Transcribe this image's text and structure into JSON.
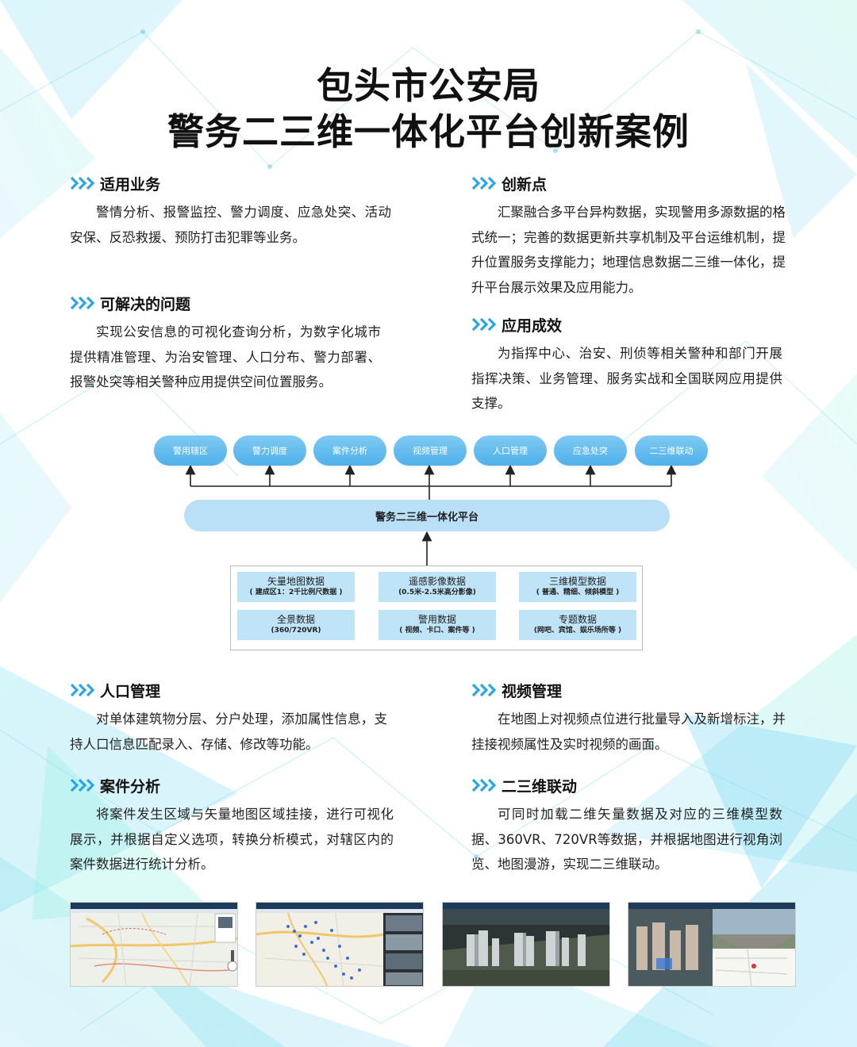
{
  "title": {
    "line1": "包头市公安局",
    "line2": "警务二三维一体化平台创新案例"
  },
  "sections": {
    "applicable": {
      "heading": "适用业务",
      "body": "警情分析、报警监控、警力调度、应急处突、活动安保、反恐救援、预防打击犯罪等业务。"
    },
    "innovation": {
      "heading": "创新点",
      "body": "汇聚融合多平台异构数据，实现警用多源数据的格式统一；完善的数据更新共享机制及平台运维机制，提升位置服务支撑能力；地理信息数据二三维一体化，提升平台展示效果及应用能力。"
    },
    "problems": {
      "heading": "可解决的问题",
      "body": "实现公安信息的可视化查询分析，为数字化城市提供精准管理、为治安管理、人口分布、警力部署、报警处突等相关警种应用提供空间位置服务。"
    },
    "results": {
      "heading": "应用成效",
      "body": "为指挥中心、治安、刑侦等相关警种和部门开展指挥决策、业务管理、服务实战和全国联网应用提供支撑。"
    },
    "population": {
      "heading": "人口管理",
      "body": "对单体建筑物分层、分户处理，添加属性信息，支持人口信息匹配录入、存储、修改等功能。"
    },
    "video": {
      "heading": "视频管理",
      "body": "在地图上对视频点位进行批量导入及新增标注，并挂接视频属性及实时视频的画面。"
    },
    "cases": {
      "heading": "案件分析",
      "body": "将案件发生区域与矢量地图区域挂接，进行可视化展示，并根据自定义选项，转换分析模式，对辖区内的案件数据进行统计分析。"
    },
    "linkage": {
      "heading": "二三维联动",
      "body": "可同时加载二维矢量数据及对应的三维模型数据、360VR、720VR等数据，并根据地图进行视角浏览、地图漫游，实现二三维联动。"
    }
  },
  "diagram": {
    "modules": [
      "警用辖区",
      "警力调度",
      "案件分析",
      "视频管理",
      "人口管理",
      "应急处突",
      "二三维联动"
    ],
    "platform": "警务二三维一体化平台",
    "data_sources": [
      {
        "name": "矢量地图数据",
        "detail": "( 建成区1：2千比例尺数据 )"
      },
      {
        "name": "遥感影像数据",
        "detail": "(0.5米-2.5米高分影像)"
      },
      {
        "name": "三维模型数据",
        "detail": "( 普通、精细、倾斜模型 )"
      },
      {
        "name": "全景数据",
        "detail": "(360/720VR)"
      },
      {
        "name": "警用数据",
        "detail": "( 视频、卡口、案件等 )"
      },
      {
        "name": "专题数据",
        "detail": "(网吧、宾馆、娱乐场所等 )"
      }
    ]
  },
  "colors": {
    "accent": "#2aa6e6",
    "pill": "#5ab6ec",
    "platform": "#b9e0f6",
    "data_box": "#bfe4f8",
    "arrow": "#222222"
  }
}
